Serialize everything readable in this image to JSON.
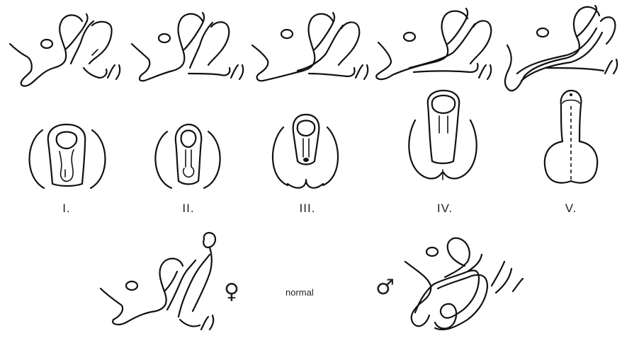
{
  "figure": {
    "stages": [
      {
        "roman": "I."
      },
      {
        "roman": "II."
      },
      {
        "roman": "III."
      },
      {
        "roman": "IV."
      },
      {
        "roman": "V."
      }
    ],
    "normal_label": "normal",
    "female_symbol": "♀",
    "male_symbol": "♂"
  },
  "colors": {
    "ink": "#111111",
    "background": "#ffffff"
  }
}
